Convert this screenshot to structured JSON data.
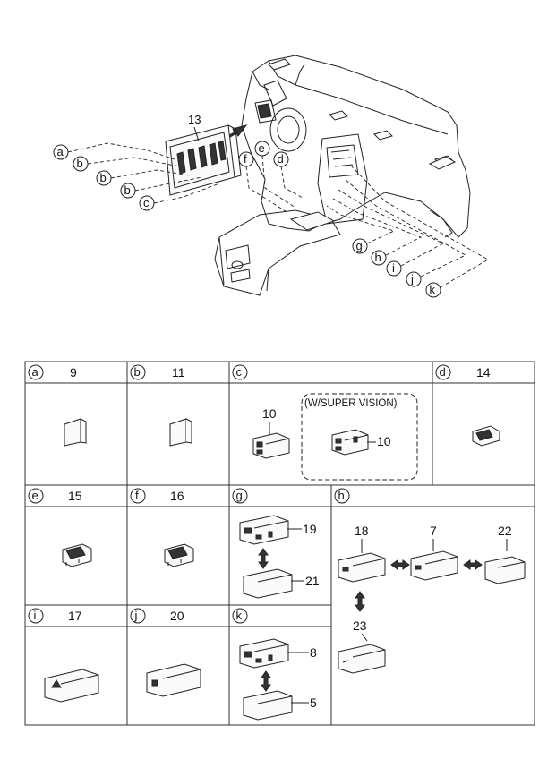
{
  "top_diagram": {
    "assembly_number": "13",
    "callouts": [
      "a",
      "b",
      "b",
      "b",
      "c",
      "d",
      "e",
      "f",
      "g",
      "h",
      "i",
      "j",
      "k"
    ]
  },
  "table": {
    "cells": {
      "a": {
        "letter": "a",
        "part": "9"
      },
      "b": {
        "letter": "b",
        "part": "11"
      },
      "c": {
        "letter": "c",
        "part": "",
        "item": "10",
        "option_label": "(W/SUPER VISION)",
        "option_item": "10"
      },
      "d": {
        "letter": "d",
        "part": "14"
      },
      "e": {
        "letter": "e",
        "part": "15"
      },
      "f": {
        "letter": "f",
        "part": "16"
      },
      "g": {
        "letter": "g",
        "part": "",
        "upper": "19",
        "lower": "21"
      },
      "h": {
        "letter": "h",
        "part": "",
        "items": [
          "18",
          "7",
          "22",
          "23"
        ]
      },
      "i": {
        "letter": "i",
        "part": "17"
      },
      "j": {
        "letter": "j",
        "part": "20"
      },
      "k": {
        "letter": "k",
        "part": "",
        "upper": "8",
        "lower": "5"
      }
    }
  }
}
